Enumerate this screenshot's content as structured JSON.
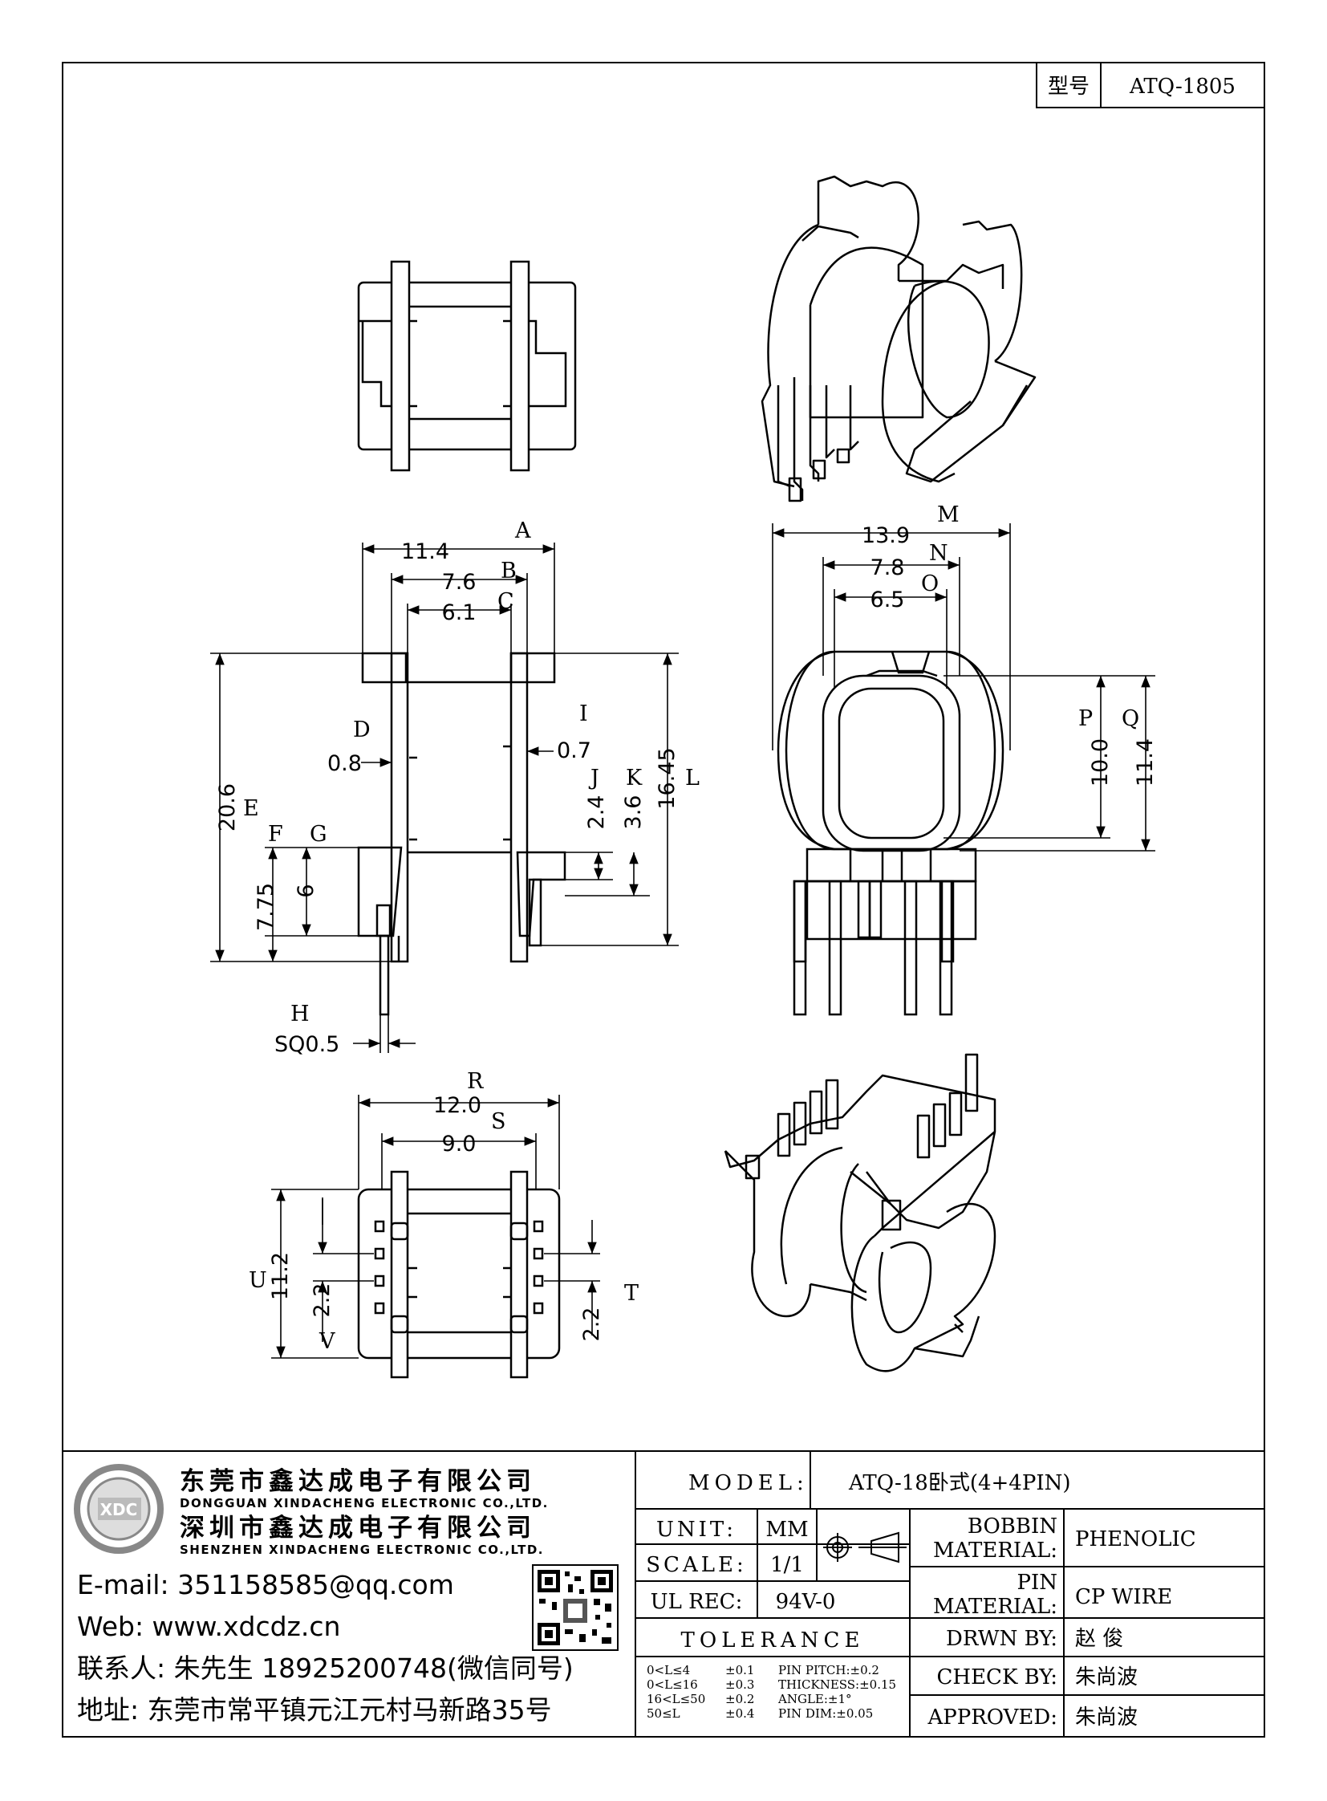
{
  "header": {
    "model_label": "型号",
    "model_value": "ATQ-1805"
  },
  "dims": {
    "A": "A",
    "a_val": "11.4",
    "B": "B",
    "b_val": "7.6",
    "C": "C",
    "c_val": "6.1",
    "D": "D",
    "d_val": "0.8",
    "E": "E",
    "e_val": "20.6",
    "F": "F",
    "f_val": "7.75",
    "G": "G",
    "g_val": "6",
    "H": "H",
    "h_val": "SQ0.5",
    "I": "I",
    "i_val": "0.7",
    "J": "J",
    "j_val": "2.4",
    "K": "K",
    "k_val": "3.6",
    "L": "L",
    "l_val": "16.45",
    "M": "M",
    "m_val": "13.9",
    "N": "N",
    "n_val": "7.8",
    "O": "O",
    "o_val": "6.5",
    "P": "P",
    "p_val": "10.0",
    "Q": "Q",
    "q_val": "11.4",
    "R": "R",
    "r_val": "12.0",
    "S": "S",
    "s_val": "9.0",
    "T": "T",
    "t_val": "2.2",
    "U": "U",
    "u_val": "11.2",
    "V": "V",
    "v_val": "2.2"
  },
  "company": {
    "name_dg": "东莞市鑫达成电子有限公司",
    "name_dg_en": "DONGGUAN XINDACHENG ELECTRONIC CO.,LTD.",
    "name_sz": "深圳市鑫达成电子有限公司",
    "name_sz_en": "SHENZHEN XINDACHENG ELECTRONIC CO.,LTD.",
    "logo_text": "XDC",
    "email": "E-mail: 351158585@qq.com",
    "web": "Web: www.xdcdz.cn",
    "contact": "联系人: 朱先生 18925200748(微信同号)",
    "address": "地址: 东莞市常平镇元江元村马新路35号"
  },
  "titleblock": {
    "model_label": "MODEL:",
    "model_value": "ATQ-18卧式(4+4PIN)",
    "unit_label": "UNIT:",
    "unit_value": "MM",
    "scale_label": "SCALE:",
    "scale_value": "1/1",
    "ul_label": "UL REC:",
    "ul_value": "94V-0",
    "tolerance_label": "TOLERANCE",
    "bobbin_label1": "BOBBIN",
    "bobbin_label2": "MATERIAL:",
    "bobbin_value": "PHENOLIC",
    "pin_label1": "PIN",
    "pin_label2": "MATERIAL:",
    "pin_value": "CP WIRE",
    "drwn_label": "DRWN BY:",
    "drwn_value": "赵 俊",
    "check_label": "CHECK BY:",
    "check_value": "朱尚波",
    "approved_label": "APPROVED:",
    "approved_value": "朱尚波",
    "tol_rows": [
      {
        "range": "0<L≤4",
        "tol": "±0.1",
        "spec": "PIN PITCH:±0.2"
      },
      {
        "range": "0<L≤16",
        "tol": "±0.3",
        "spec": "THICKNESS:±0.15"
      },
      {
        "range": "16<L≤50",
        "tol": "±0.2",
        "spec": "ANGLE:±1°"
      },
      {
        "range": "50≤L",
        "tol": "±0.4",
        "spec": "PIN DIM:±0.05"
      }
    ]
  }
}
